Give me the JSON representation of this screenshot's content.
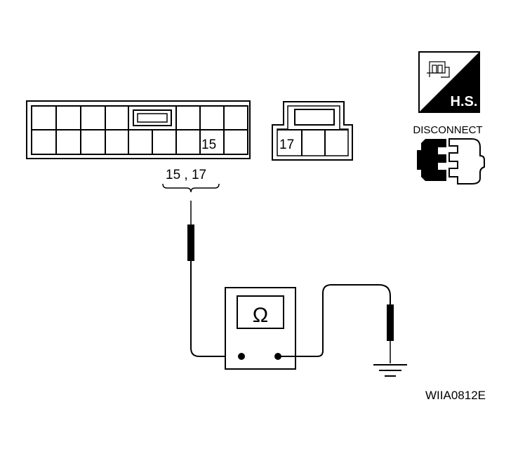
{
  "diagram": {
    "connector_left": {
      "terminal_label": "15"
    },
    "connector_right": {
      "terminal_label": "17"
    },
    "probe_label": "15 , 17",
    "hs_badge": {
      "text": "H.S.",
      "icon": "harness-connector-icon"
    },
    "disconnect": {
      "text": "DISCONNECT",
      "icon": "disconnect-connector-icon"
    },
    "meter": {
      "symbol": "Ω",
      "icon": "ohmmeter-icon"
    },
    "ground": {
      "icon": "ground-icon"
    },
    "figure_id": "WIIA0812E"
  }
}
